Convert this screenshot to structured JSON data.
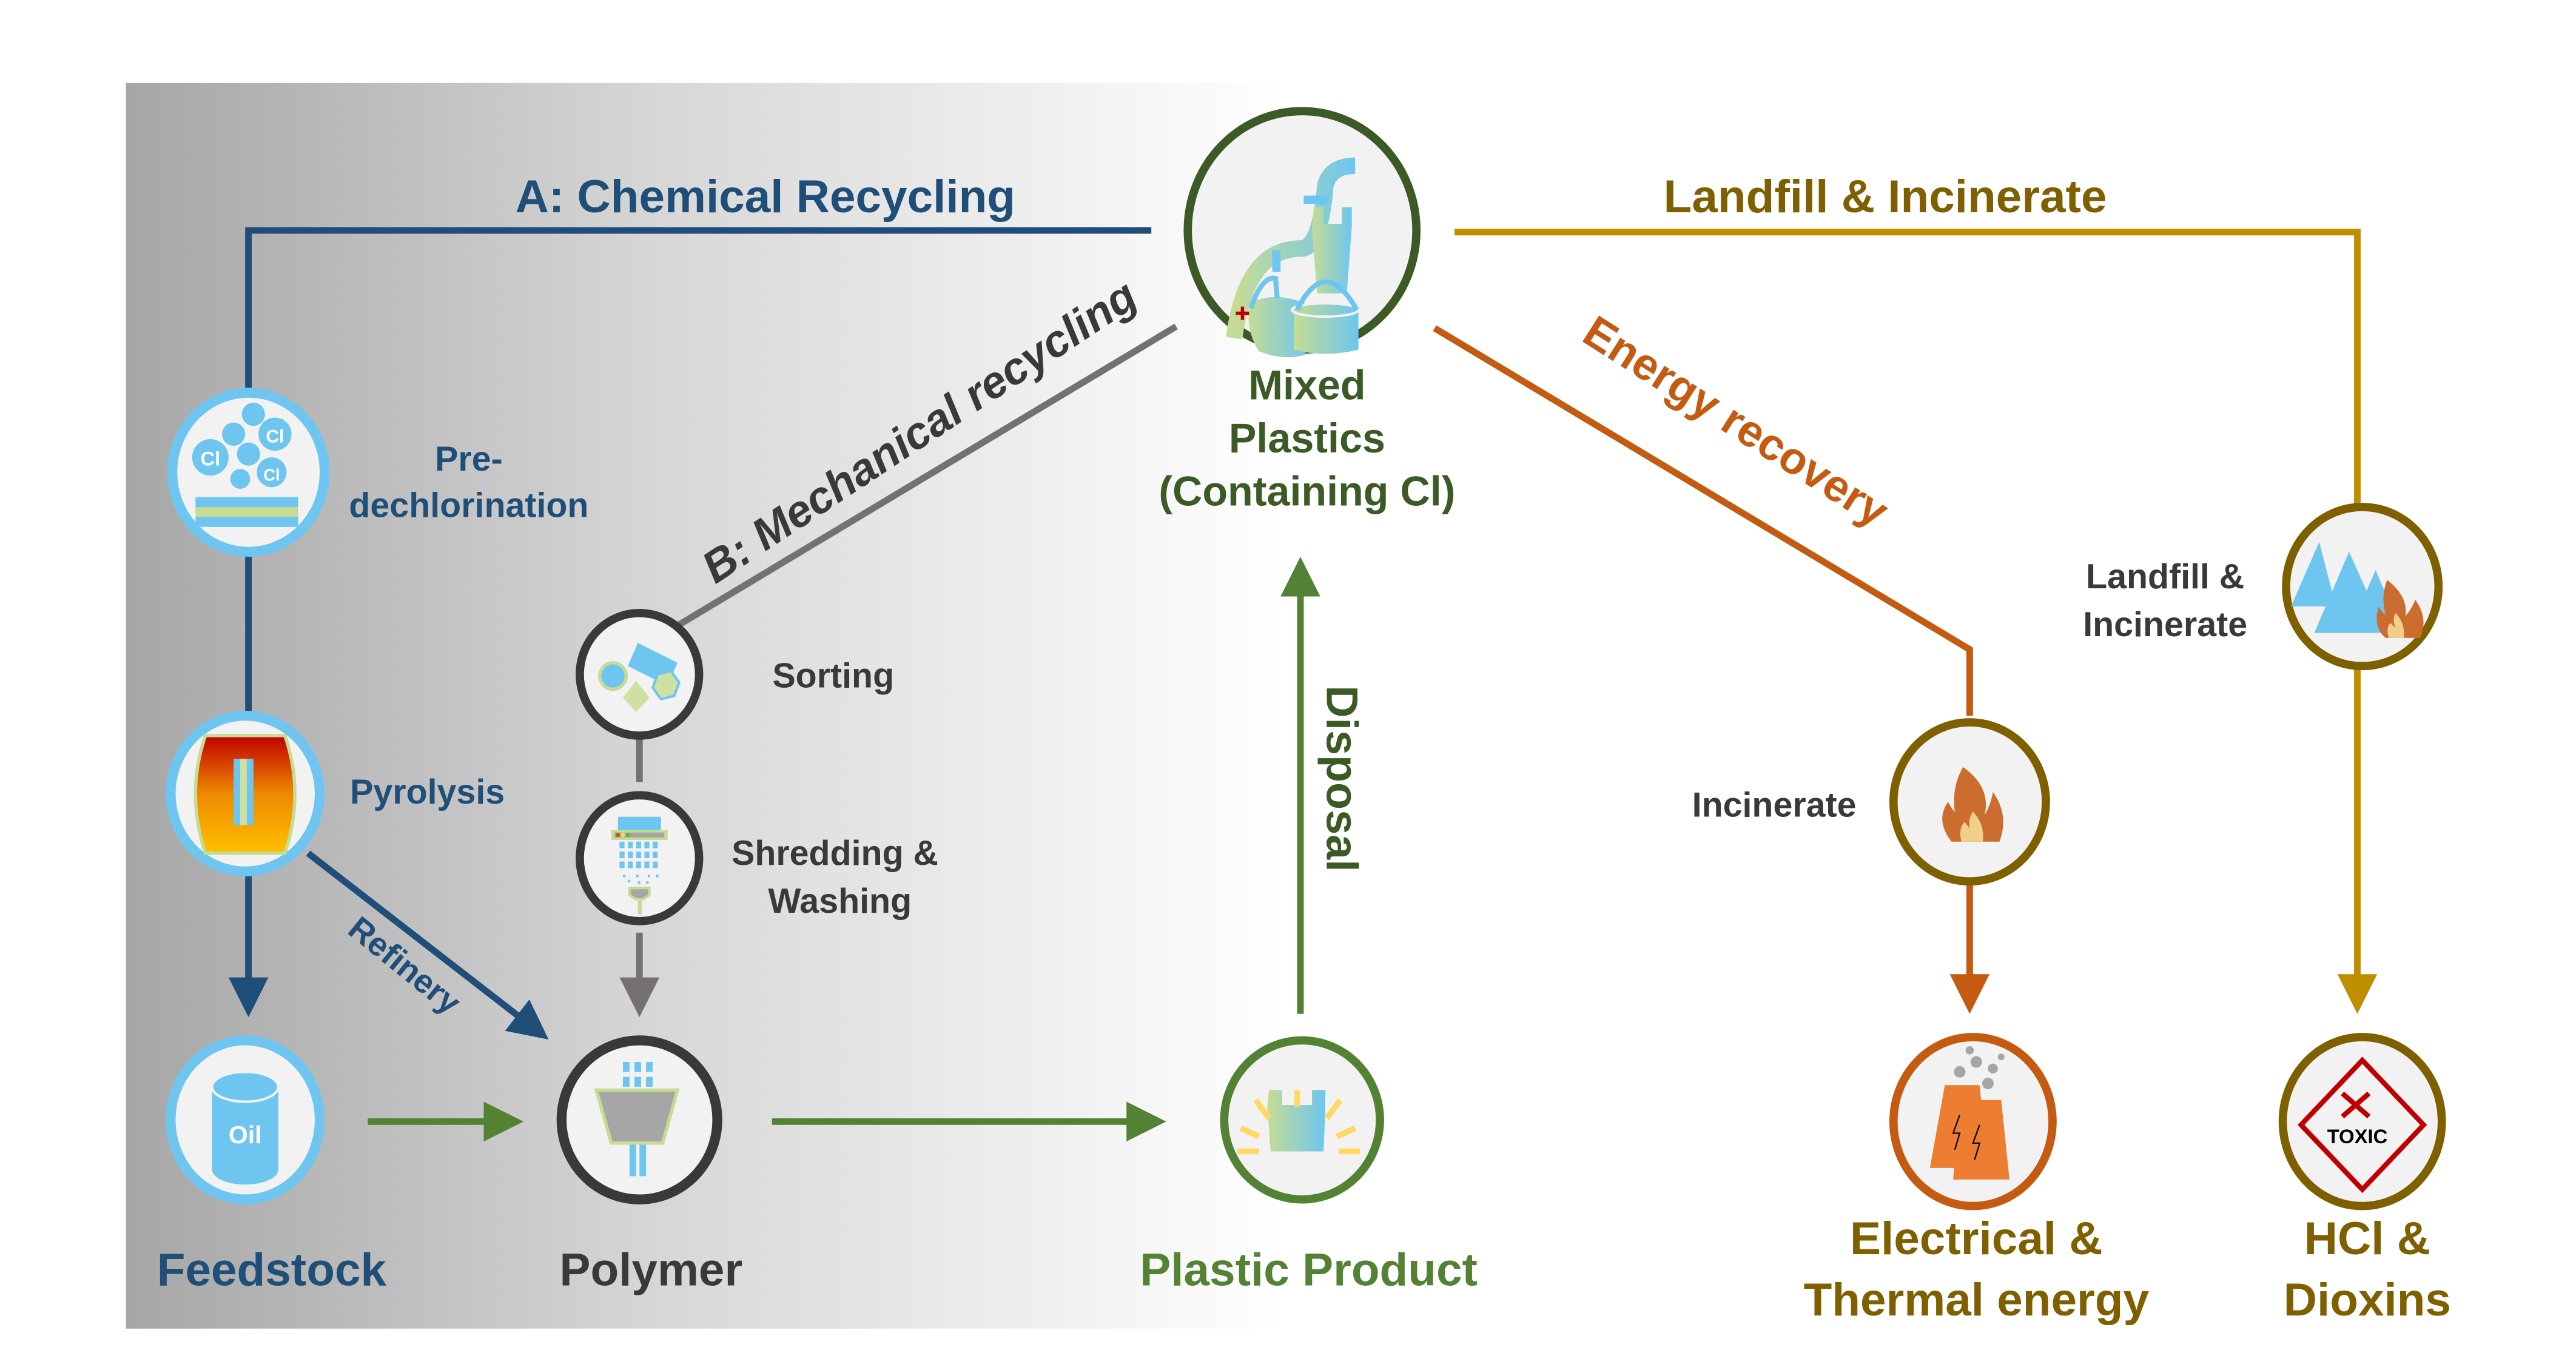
{
  "title": "Mixed plastics (containing Cl) end-of-life pathways",
  "colors": {
    "chemical": "#1f4e79",
    "mechanical": "#767171",
    "mechanical_text": "#3a3838",
    "product": "#548235",
    "mixed": "#3b5a25",
    "energy": "#c55a11",
    "landfill": "#bf8f00",
    "landfill_dark": "#7f6000",
    "icon_blue": "#6ec6f0",
    "icon_green": "#c5dc94"
  },
  "routes": {
    "chemical": "A:  Chemical Recycling",
    "mechanical": "B:  Mechanical recycling",
    "landfill": "Landfill & Incinerate",
    "energy": "Energy recovery",
    "refinery": "Refinery",
    "disposal": "Disposal"
  },
  "nodes": {
    "mixed_plastics": {
      "lines": [
        "Mixed",
        "Plastics",
        "(Containing Cl)"
      ]
    },
    "pre_dechlorination": {
      "lines": [
        "Pre-",
        "dechlorination"
      ],
      "icon_text": "Cl"
    },
    "pyrolysis": {
      "label": "Pyrolysis"
    },
    "oil": {
      "icon_text": "Oil"
    },
    "sorting": {
      "label": "Sorting"
    },
    "shredding": {
      "lines": [
        "Shredding &",
        "Washing"
      ]
    },
    "incinerate": {
      "label": "Incinerate"
    },
    "landfill_incinerate": {
      "lines": [
        "Landfill &",
        "Incinerate"
      ]
    },
    "toxic": {
      "icon_text": "TOXIC"
    }
  },
  "outputs": {
    "feedstock": "Feedstock",
    "polymer": "Polymer",
    "plastic_product": "Plastic Product",
    "energy": [
      "Electrical &",
      "Thermal energy"
    ],
    "hcl": [
      "HCl &",
      "Dioxins"
    ]
  }
}
